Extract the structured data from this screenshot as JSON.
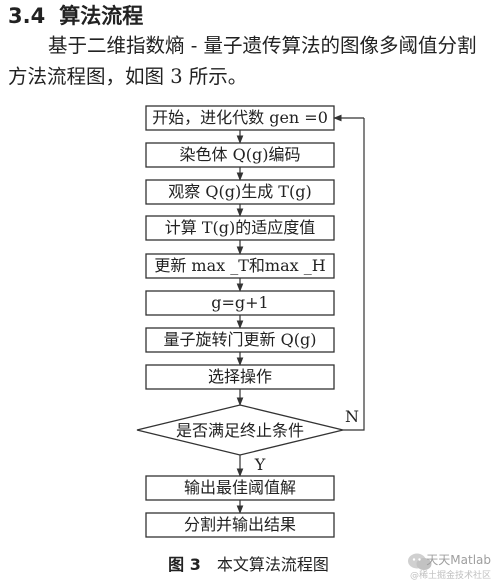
{
  "section": {
    "number": "3.4",
    "title": "算法流程"
  },
  "paragraph": "基于二维指数熵 - 量子遗传算法的图像多阈值分割方法流程图，如图 3 所示。",
  "flowchart": {
    "steps": [
      "开始，进化代数 gen =0",
      "染色体 Q(g)编码",
      "观察 Q(g)生成 T(g)",
      "计算 T(g)的适应度值",
      "更新 max _T和max _H",
      "g=g+1",
      "量子旋转门更新 Q(g)",
      "选择操作"
    ],
    "decision": "是否满足终止条件",
    "yes_label": "Y",
    "no_label": "N",
    "end_steps": [
      "输出最佳阈值解",
      "分割并输出结果"
    ]
  },
  "caption": {
    "figure": "图 3",
    "text": "本文算法流程图"
  },
  "watermark": {
    "line1": "天天Matlab",
    "line2": "@稀土掘金技术社区"
  }
}
